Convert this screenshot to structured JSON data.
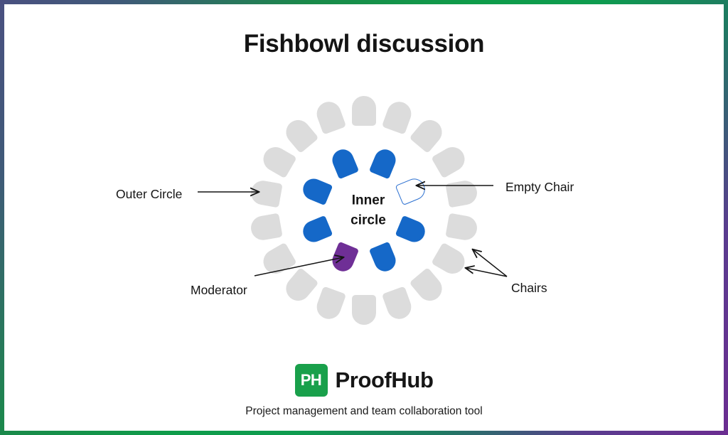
{
  "title": "Fishbowl discussion",
  "diagram": {
    "center_label_line1": "Inner",
    "center_label_line2": "circle",
    "annotations": {
      "outer_circle": "Outer Circle",
      "empty_chair": "Empty Chair",
      "chairs": "Chairs",
      "moderator": "Moderator"
    },
    "colors": {
      "inner_occupied": "#1568c8",
      "moderator": "#6f2f96",
      "empty_chair_outline": "#2a6fd0",
      "outer_chair": "#dcdcdc",
      "text": "#141414"
    },
    "outer_ring": {
      "count": 18,
      "radius": 140,
      "seat_type": "chair"
    },
    "inner_ring": {
      "count": 8,
      "radius": 72,
      "seats": [
        {
          "index": 0,
          "role": "participant",
          "state": "occupied"
        },
        {
          "index": 1,
          "role": "participant",
          "state": "occupied"
        },
        {
          "index": 2,
          "role": "empty-chair",
          "state": "empty"
        },
        {
          "index": 3,
          "role": "participant",
          "state": "occupied"
        },
        {
          "index": 4,
          "role": "participant",
          "state": "occupied"
        },
        {
          "index": 5,
          "role": "moderator",
          "state": "occupied"
        },
        {
          "index": 6,
          "role": "participant",
          "state": "occupied"
        },
        {
          "index": 7,
          "role": "participant",
          "state": "occupied"
        }
      ]
    }
  },
  "footer": {
    "logo_mark": "PH",
    "brand": "ProofHub",
    "tagline": "Project management and team collaboration tool"
  },
  "frame": {
    "gradient_stops": [
      "#4a5080",
      "#0f9c4a",
      "#1f7a62",
      "#6b2d91"
    ]
  }
}
